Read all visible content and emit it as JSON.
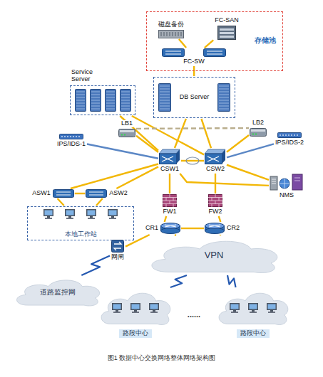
{
  "diagram": {
    "caption": "图1 数据中心交换网络整体网络架构图",
    "nodes": [
      {
        "text": [
          "存储池"
        ]
      },
      {
        "text": [
          "磁盘备份"
        ],
        "in": 0
      },
      {
        "text": [
          "FC-SAN"
        ],
        "in": 0
      },
      {
        "text": [
          "FC-SW"
        ],
        "in": 0
      },
      {
        "text": [
          "Service Server"
        ]
      },
      {
        "text": [
          "DB Server"
        ]
      },
      {
        "text": [
          "LB1"
        ]
      },
      {
        "text": [
          "LB2"
        ]
      },
      {
        "text": [
          "IPS/IDS-1"
        ]
      },
      {
        "text": [
          "IPS/IDS-2"
        ]
      },
      {
        "text": [
          "CSW1"
        ]
      },
      {
        "text": [
          "CSW2"
        ]
      },
      {
        "text": [
          "NMS"
        ]
      },
      {
        "text": [
          "ASW1"
        ]
      },
      {
        "text": [
          "ASW2"
        ]
      },
      {
        "text": [
          "本地工作站"
        ]
      },
      {
        "text": [
          "FW1"
        ]
      },
      {
        "text": [
          "FW2"
        ]
      },
      {
        "text": [
          "CR1"
        ]
      },
      {
        "text": [
          "CR2"
        ]
      },
      {
        "text": [
          "网闸"
        ]
      },
      {
        "text": [
          "VPN"
        ]
      },
      {
        "text": [
          "道路监控网"
        ]
      },
      {
        "text": [
          "路段中心"
        ]
      },
      {
        "text": [
          "路段中心"
        ]
      }
    ],
    "edges": [
      {
        "from": 1,
        "to": 3,
        "arrow": "none"
      },
      {
        "from": 2,
        "to": 3,
        "arrow": "none"
      },
      {
        "from": 3,
        "to": 5,
        "arrow": "none"
      },
      {
        "from": 4,
        "to": 10,
        "arrow": "none"
      },
      {
        "from": 4,
        "to": 11,
        "arrow": "none"
      },
      {
        "from": 5,
        "to": 10,
        "arrow": "none"
      },
      {
        "from": 5,
        "to": 11,
        "arrow": "none"
      },
      {
        "from": 6,
        "to": 10,
        "arrow": "none"
      },
      {
        "from": 7,
        "to": 11,
        "arrow": "none"
      },
      {
        "from": 6,
        "to": 7,
        "arrow": "none"
      },
      {
        "from": 8,
        "to": 10,
        "arrow": "none"
      },
      {
        "from": 9,
        "to": 11,
        "arrow": "none"
      },
      {
        "from": 10,
        "to": 11,
        "arrow": "none"
      },
      {
        "from": 10,
        "to": 12,
        "arrow": "none"
      },
      {
        "from": 11,
        "to": 12,
        "arrow": "none"
      },
      {
        "from": 13,
        "to": 10,
        "arrow": "none"
      },
      {
        "from": 14,
        "to": 10,
        "arrow": "none"
      },
      {
        "from": 13,
        "to": 14,
        "arrow": "none"
      },
      {
        "from": 13,
        "to": 15,
        "arrow": "none"
      },
      {
        "from": 14,
        "to": 15,
        "arrow": "none"
      },
      {
        "from": 10,
        "to": 16,
        "arrow": "none"
      },
      {
        "from": 11,
        "to": 17,
        "arrow": "none"
      },
      {
        "from": 16,
        "to": 18,
        "arrow": "none"
      },
      {
        "from": 17,
        "to": 19,
        "arrow": "none"
      },
      {
        "from": 18,
        "to": 19,
        "arrow": "none"
      },
      {
        "from": 18,
        "to": 20,
        "arrow": "none"
      },
      {
        "from": 20,
        "to": 22,
        "arrow": "none"
      },
      {
        "from": 18,
        "to": 21,
        "arrow": "none"
      },
      {
        "from": 19,
        "to": 21,
        "arrow": "none"
      },
      {
        "from": 21,
        "to": 23,
        "arrow": "none"
      },
      {
        "from": 21,
        "to": 24,
        "arrow": "none"
      }
    ],
    "labels": [
      "......"
    ]
  }
}
